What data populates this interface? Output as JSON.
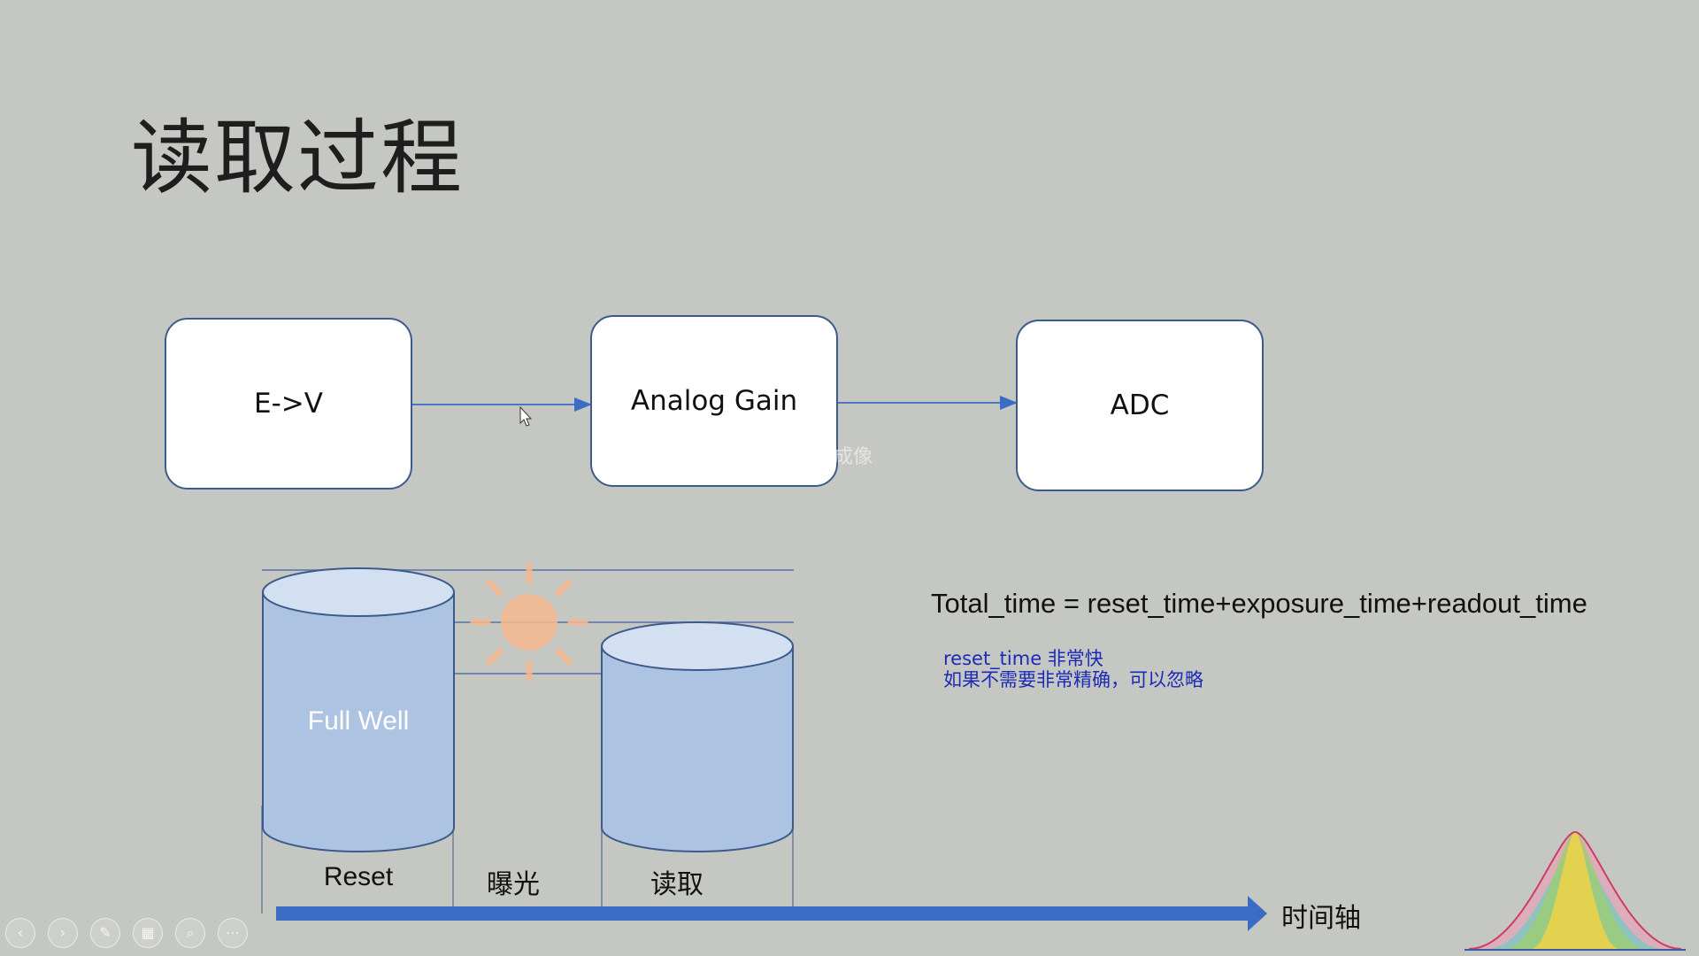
{
  "title": "读取过程",
  "blocks": {
    "ev": "E->V",
    "gain": "Analog Gain",
    "adc": "ADC"
  },
  "formula": "Total_time = reset_time+exposure_time+readout_time",
  "notes": [
    "reset_time 非常快",
    "如果不需要非常精确，可以忽略"
  ],
  "cylinder_label": "Full Well",
  "phases": {
    "reset": "Reset",
    "exposure": "曝光",
    "readout": "读取"
  },
  "time_axis_label": "时间轴",
  "watermark": "大话成像",
  "colors": {
    "background": "#c5c7c2",
    "block_border": "#3d5a8c",
    "cylinder_fill": "#adc3e2",
    "axis_arrow": "#3a6cc4",
    "note_text": "#1c2ab8",
    "sun": "#f7b98f"
  },
  "toolbar": [
    "prev-icon",
    "next-icon",
    "pen-icon",
    "slides-icon",
    "zoom-icon",
    "more-icon"
  ]
}
